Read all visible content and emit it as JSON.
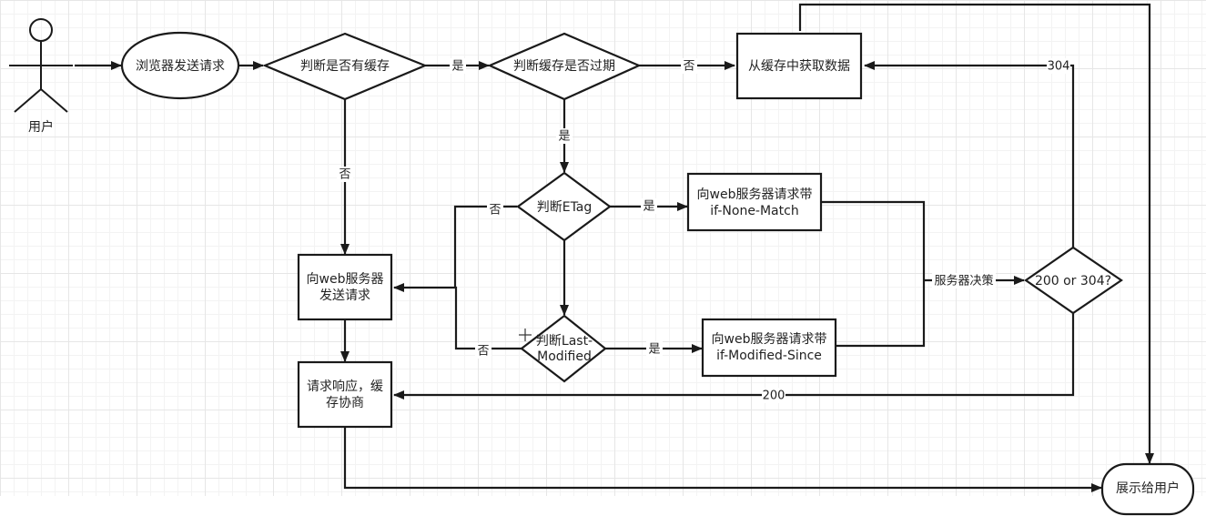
{
  "diagram": {
    "title": "浏览器缓存流程",
    "actor": {
      "label": "用户"
    },
    "nodes": {
      "browser_request": "浏览器发送请求",
      "has_cache": "判断是否有缓存",
      "cache_expired": "判断缓存是否过期",
      "get_from_cache": "从缓存中获取数据",
      "check_etag": "判断ETag",
      "request_if_none_match": [
        "向web服务器请求带",
        "if-None-Match"
      ],
      "check_last_modified": [
        "判断Last-",
        "Modified"
      ],
      "request_if_modified_since": [
        "向web服务器请求带",
        "if-Modified-Since"
      ],
      "send_request": [
        "向web服务器",
        "发送请求"
      ],
      "response_cache_negotiation": [
        "请求响应，缓",
        "存协商"
      ],
      "status_decision": "200 or 304?",
      "show_to_user": "展示给用户"
    },
    "edge_labels": {
      "has_cache_yes": "是",
      "has_cache_no": "否",
      "expired_no": "否",
      "expired_yes": "是",
      "etag_yes": "是",
      "etag_no": "否",
      "last_modified_yes": "是",
      "last_modified_no": "否",
      "server_decision": "服务器决策",
      "status_304": "304",
      "status_200": "200"
    },
    "colors": {
      "stroke": "#1a1a1a",
      "text": "#222222",
      "fill": "#ffffff",
      "grid": "#e6e6e6"
    }
  }
}
